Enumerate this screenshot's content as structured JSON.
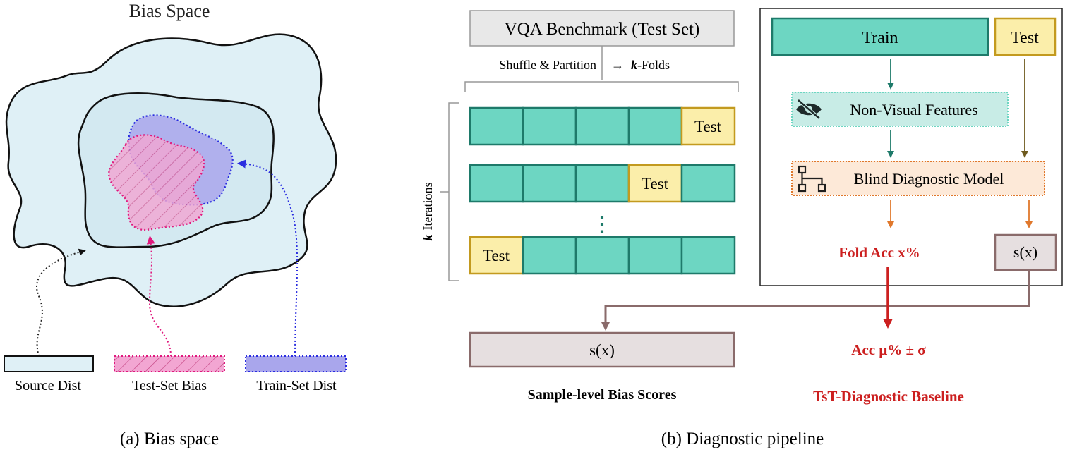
{
  "left_panel": {
    "title": "Bias Space",
    "legend": {
      "source": "Source Dist",
      "test_bias": "Test-Set Bias",
      "train_dist": "Train-Set Dist"
    },
    "caption": "(a) Bias space",
    "colors": {
      "outer_fill": "#dff0f6",
      "inner_fill": "#d3e9f1",
      "train_fill": "#a9a6ec",
      "train_stroke": "#2b2ee0",
      "test_fill": "#f2a6d2",
      "test_stroke": "#e0197d",
      "source_arrow": "#222222"
    }
  },
  "right_panel": {
    "benchmark_label": "VQA Benchmark (Test Set)",
    "shuffle_label": "Shuffle & Partition",
    "arrow_glyph": "→",
    "k_glyph": "k",
    "folds_label": "-Folds",
    "iterations_label": "Iterations",
    "test_label": "Test",
    "dots_glyph": "⋮",
    "scores_box": "s(x)",
    "scores_label": "Sample-level Bias Scores",
    "pipeline": {
      "train": "Train",
      "test": "Test",
      "non_visual": "Non-Visual Features",
      "blind_model": "Blind Diagnostic Model",
      "fold_acc": "Fold Acc x%",
      "sx": "s(x)",
      "acc": "Acc μ% ± σ",
      "baseline": "TsT-Diagnostic Baseline"
    },
    "caption": "(b) Diagnostic pipeline",
    "colors": {
      "teal_fill": "#6dd6c2",
      "teal_stroke": "#1e7a6a",
      "test_fill": "#fbeeaa",
      "test_stroke": "#c39a1f",
      "red": "#cc1f1f",
      "brown": "#8a6b6b",
      "brown_fill": "#e6dfe0",
      "orange": "#e0782c"
    }
  }
}
